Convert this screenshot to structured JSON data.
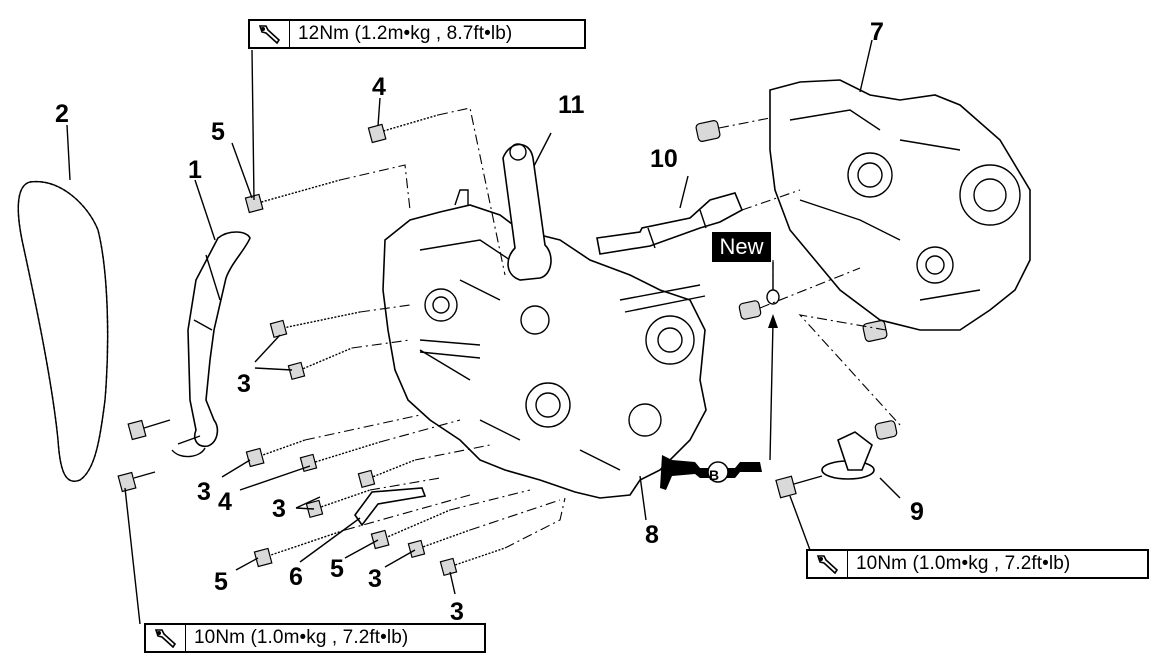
{
  "torque_specs": {
    "top": "12Nm (1.2m•kg , 8.7ft•lb)",
    "bottom_left": "10Nm (1.0m•kg , 7.2ft•lb)",
    "bottom_right": "10Nm (1.0m•kg , 7.2ft•lb)",
    "icon": "torque-wrench-icon"
  },
  "new_badge": "New",
  "lubricant_symbol": "B",
  "callouts": {
    "c1": "1",
    "c2": "2",
    "c3a": "3",
    "c3b": "3",
    "c3c": "3",
    "c3d": "3",
    "c3e": "3",
    "c4a": "4",
    "c4b": "4",
    "c5a": "5",
    "c5b": "5",
    "c5c": "5",
    "c6": "6",
    "c7": "7",
    "c8": "8",
    "c9": "9",
    "c10": "10",
    "c11": "11"
  }
}
